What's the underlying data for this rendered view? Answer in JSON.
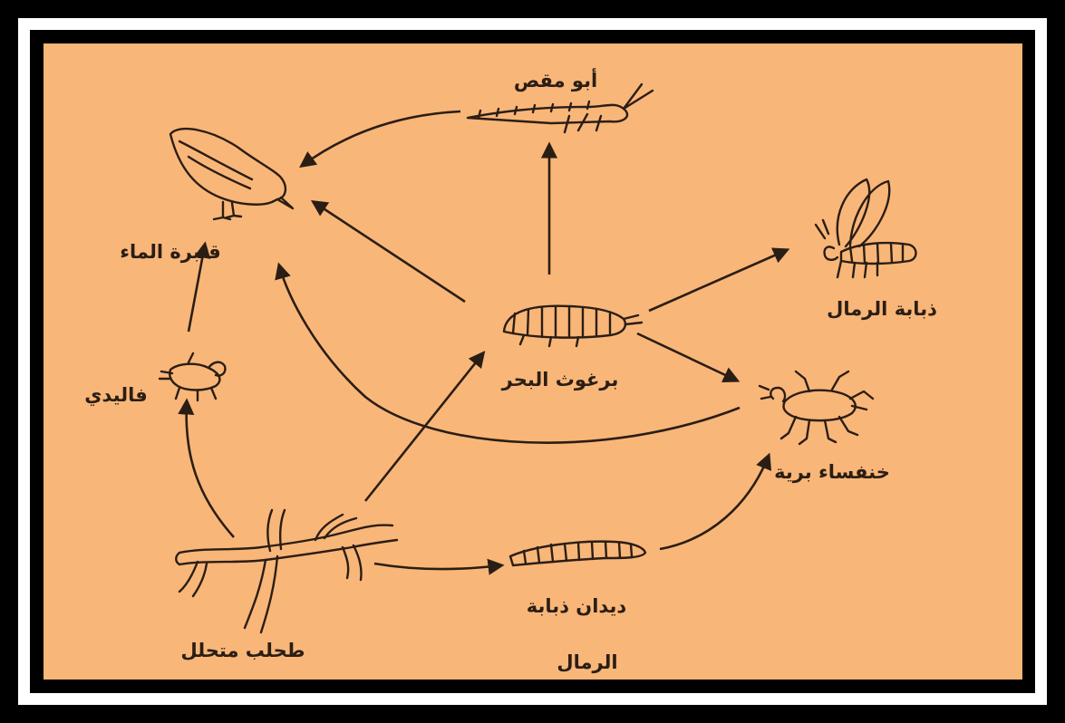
{
  "diagram": {
    "background_color": "#f9b679",
    "ink_color": "#2a1e14",
    "nodes": [
      {
        "id": "water-bird",
        "label": "قنبرة الماء",
        "icon": "bird-icon"
      },
      {
        "id": "earwig",
        "label": "أبو مقص",
        "icon": "earwig-icon"
      },
      {
        "id": "sand-fly",
        "label": "ذبابة الرمال",
        "icon": "fly-icon"
      },
      {
        "id": "sea-flea",
        "label": "برغوث البحر",
        "icon": "sea-flea-icon"
      },
      {
        "id": "faleedi",
        "label": "فاليدي",
        "icon": "faleedi-icon"
      },
      {
        "id": "beetle",
        "label": "خنفساء برية",
        "icon": "beetle-icon"
      },
      {
        "id": "seaweed",
        "label": "طحلب متحلل",
        "icon": "seaweed-icon"
      },
      {
        "id": "larvae",
        "label": "ديدان ذبابة",
        "label2": "الرمال",
        "icon": "larva-icon"
      }
    ],
    "edges": [
      {
        "from": "earwig",
        "to": "water-bird"
      },
      {
        "from": "sea-flea",
        "to": "earwig"
      },
      {
        "from": "sea-flea",
        "to": "water-bird"
      },
      {
        "from": "sea-flea",
        "to": "sand-fly"
      },
      {
        "from": "sea-flea",
        "to": "beetle"
      },
      {
        "from": "faleedi",
        "to": "water-bird"
      },
      {
        "from": "beetle",
        "to": "water-bird"
      },
      {
        "from": "seaweed",
        "to": "faleedi"
      },
      {
        "from": "seaweed",
        "to": "sea-flea"
      },
      {
        "from": "seaweed",
        "to": "larvae"
      },
      {
        "from": "larvae",
        "to": "beetle"
      }
    ]
  }
}
